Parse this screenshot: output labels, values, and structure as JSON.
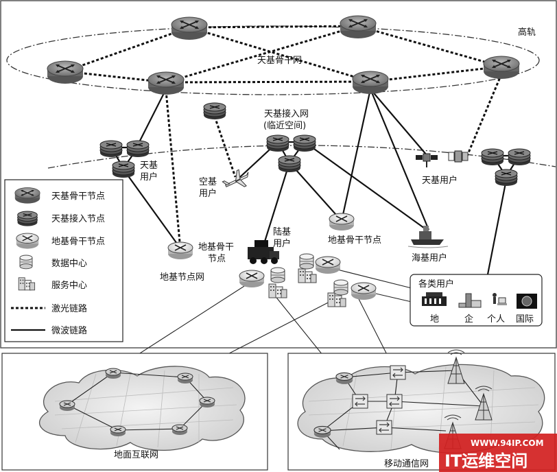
{
  "labels": {
    "high_orbit": "高轨",
    "space_backbone": "天基骨干网",
    "space_access_1": "天基接入网",
    "space_access_2": "(临近空间)",
    "space_user_left_1": "天基",
    "space_user_left_2": "用户",
    "air_user_1": "空基",
    "air_user_2": "用户",
    "land_user_1": "陆基",
    "land_user_2": "用户",
    "space_user_right": "天基用户",
    "ground_node_1": "地基骨干",
    "ground_node_2": "节点",
    "ground_node_mid": "地基骨干节点",
    "sea_user": "海基用户",
    "ground_node_net": "地基节点网",
    "terrestrial_internet": "地面互联网",
    "mobile_network": "移动通信网"
  },
  "legend": {
    "items": [
      {
        "label": "天基骨干节点",
        "icon": "backbone-router-icon"
      },
      {
        "label": "天基接入节点",
        "icon": "access-node-icon"
      },
      {
        "label": "地基骨干节点",
        "icon": "ground-router-icon"
      },
      {
        "label": "数据中心",
        "icon": "data-center-icon"
      },
      {
        "label": "服务中心",
        "icon": "service-center-icon"
      },
      {
        "label": "激光链路",
        "icon": "laser-link-dashed"
      },
      {
        "label": "微波链路",
        "icon": "microwave-link-solid"
      }
    ]
  },
  "users_box": {
    "title": "各类用户",
    "items": [
      "地",
      "企",
      "个人",
      "国际"
    ]
  },
  "watermark": {
    "url": "WWW.94IP.COM",
    "brand": "IT运维空间"
  },
  "colors": {
    "backbone_router": "#8a8a8a",
    "access_node": "#4a4a4a",
    "ground_router": "#e4e4e4",
    "watermark": "#d21f1f"
  }
}
